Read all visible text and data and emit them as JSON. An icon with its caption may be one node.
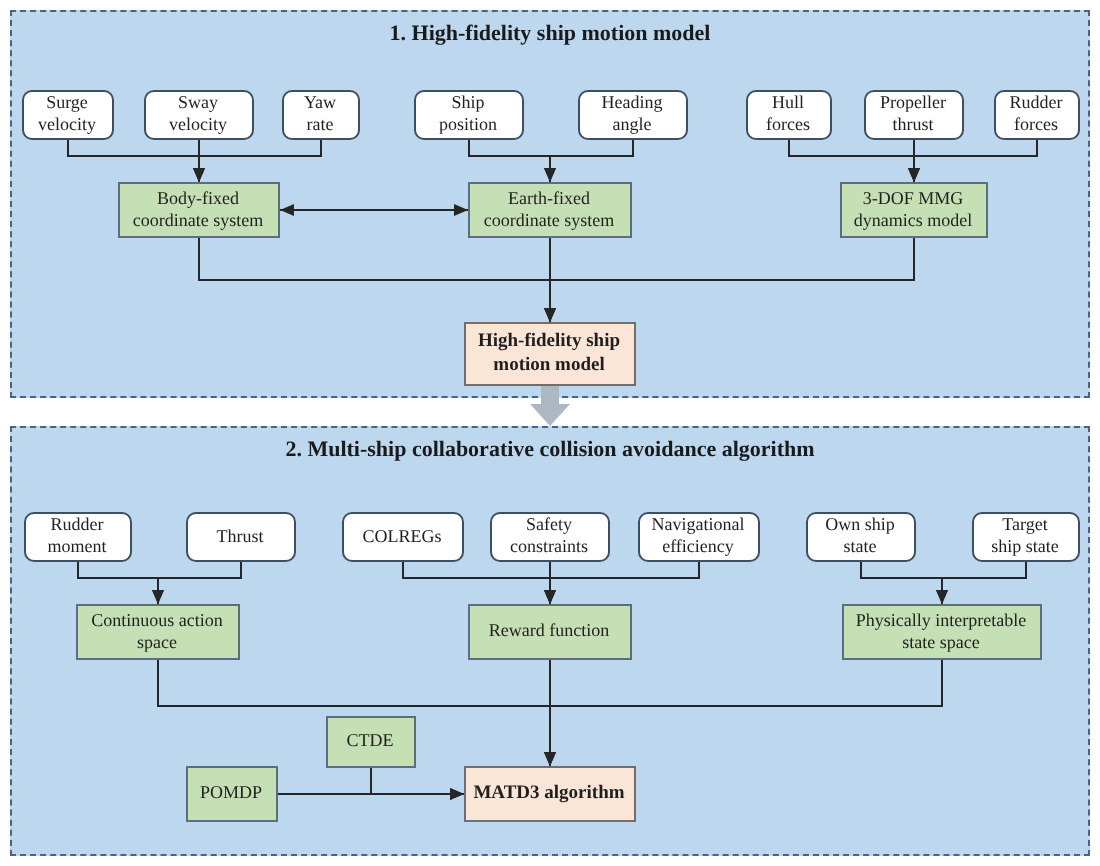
{
  "diagram": {
    "nodes": [
      {
        "text": [
          "1. High-fidelity ship motion model"
        ]
      },
      {
        "text": [
          "Surge velocity"
        ],
        "in": 0
      },
      {
        "text": [
          "Sway velocity"
        ],
        "in": 0
      },
      {
        "text": [
          "Yaw rate"
        ],
        "in": 0
      },
      {
        "text": [
          "Ship position"
        ],
        "in": 0
      },
      {
        "text": [
          "Heading angle"
        ],
        "in": 0
      },
      {
        "text": [
          "Hull forces"
        ],
        "in": 0
      },
      {
        "text": [
          "Propeller thrust"
        ],
        "in": 0
      },
      {
        "text": [
          "Rudder forces"
        ],
        "in": 0
      },
      {
        "text": [
          "Body-fixed coordinate system"
        ],
        "in": 0
      },
      {
        "text": [
          "Earth-fixed coordinate system"
        ],
        "in": 0
      },
      {
        "text": [
          "3-DOF MMG dynamics model"
        ],
        "in": 0
      },
      {
        "text": [
          "High-fidelity ship motion model"
        ],
        "in": 0
      },
      {
        "text": [
          "2. Multi-ship collaborative collision avoidance algorithm"
        ]
      },
      {
        "text": [
          "Rudder moment"
        ],
        "in": 13
      },
      {
        "text": [
          "Thrust"
        ],
        "in": 13
      },
      {
        "text": [
          "COLREGs"
        ],
        "in": 13
      },
      {
        "text": [
          "Safety constraints"
        ],
        "in": 13
      },
      {
        "text": [
          "Navigational efficiency"
        ],
        "in": 13
      },
      {
        "text": [
          "Own ship state"
        ],
        "in": 13
      },
      {
        "text": [
          "Target ship state"
        ],
        "in": 13
      },
      {
        "text": [
          "Continuous action space"
        ],
        "in": 13
      },
      {
        "text": [
          "Reward function"
        ],
        "in": 13
      },
      {
        "text": [
          "Physically interpretable state space"
        ],
        "in": 13
      },
      {
        "text": [
          "CTDE"
        ],
        "in": 13
      },
      {
        "text": [
          "POMDP"
        ],
        "in": 13
      },
      {
        "text": [
          "MATD3 algorithm"
        ],
        "in": 13
      }
    ],
    "edges": [
      {
        "from": 1,
        "to": 9,
        "arrow": "to"
      },
      {
        "from": 2,
        "to": 9,
        "arrow": "to"
      },
      {
        "from": 3,
        "to": 9,
        "arrow": "to"
      },
      {
        "from": 4,
        "to": 10,
        "arrow": "to"
      },
      {
        "from": 5,
        "to": 10,
        "arrow": "to"
      },
      {
        "from": 6,
        "to": 11,
        "arrow": "to"
      },
      {
        "from": 7,
        "to": 11,
        "arrow": "to"
      },
      {
        "from": 8,
        "to": 11,
        "arrow": "to"
      },
      {
        "from": 9,
        "to": 10,
        "arrow": "both"
      },
      {
        "from": 9,
        "to": 12,
        "arrow": "to"
      },
      {
        "from": 10,
        "to": 12,
        "arrow": "to"
      },
      {
        "from": 11,
        "to": 12,
        "arrow": "to"
      },
      {
        "from": 12,
        "to": 13,
        "arrow": "to",
        "style": "thick",
        "color": "#aeb8c2"
      },
      {
        "from": 14,
        "to": 21,
        "arrow": "to"
      },
      {
        "from": 15,
        "to": 21,
        "arrow": "to"
      },
      {
        "from": 16,
        "to": 22,
        "arrow": "to"
      },
      {
        "from": 17,
        "to": 22,
        "arrow": "to"
      },
      {
        "from": 18,
        "to": 22,
        "arrow": "to"
      },
      {
        "from": 19,
        "to": 23,
        "arrow": "to"
      },
      {
        "from": 20,
        "to": 23,
        "arrow": "to"
      },
      {
        "from": 21,
        "to": 26,
        "arrow": "to"
      },
      {
        "from": 22,
        "to": 26,
        "arrow": "to"
      },
      {
        "from": 23,
        "to": 26,
        "arrow": "to"
      },
      {
        "from": 24,
        "to": 26,
        "arrow": "to"
      },
      {
        "from": 25,
        "to": 26,
        "arrow": "to"
      }
    ]
  }
}
